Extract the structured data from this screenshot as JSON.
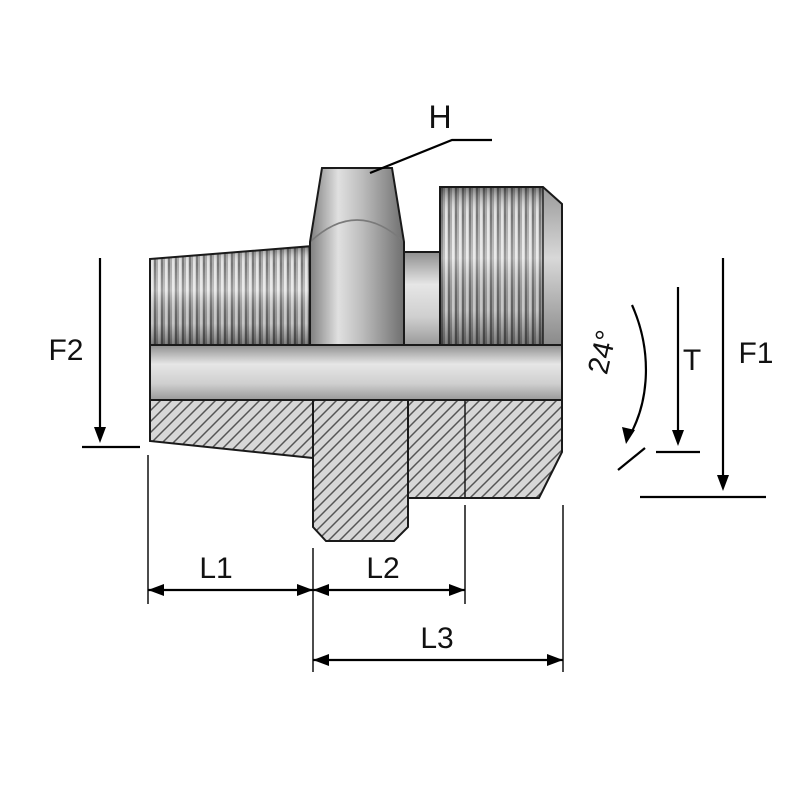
{
  "diagram": {
    "kind": "technical-drawing",
    "subject": "hydraulic adapter fitting half-section with 24-degree cone",
    "labels": {
      "h": "H",
      "f2": "F2",
      "angle": "24°",
      "t": "T",
      "f1": "F1",
      "l1": "L1",
      "l2": "L2",
      "l3": "L3"
    },
    "colors": {
      "outline": "#1a1a1a",
      "dimension": "#000000",
      "metal_light": "#e2e2e2",
      "metal_mid": "#b5b5b5",
      "metal_dark": "#6f6f6f",
      "hatch_fill": "#d7d7d7",
      "hatch_line": "#555555",
      "background": "#ffffff"
    }
  }
}
